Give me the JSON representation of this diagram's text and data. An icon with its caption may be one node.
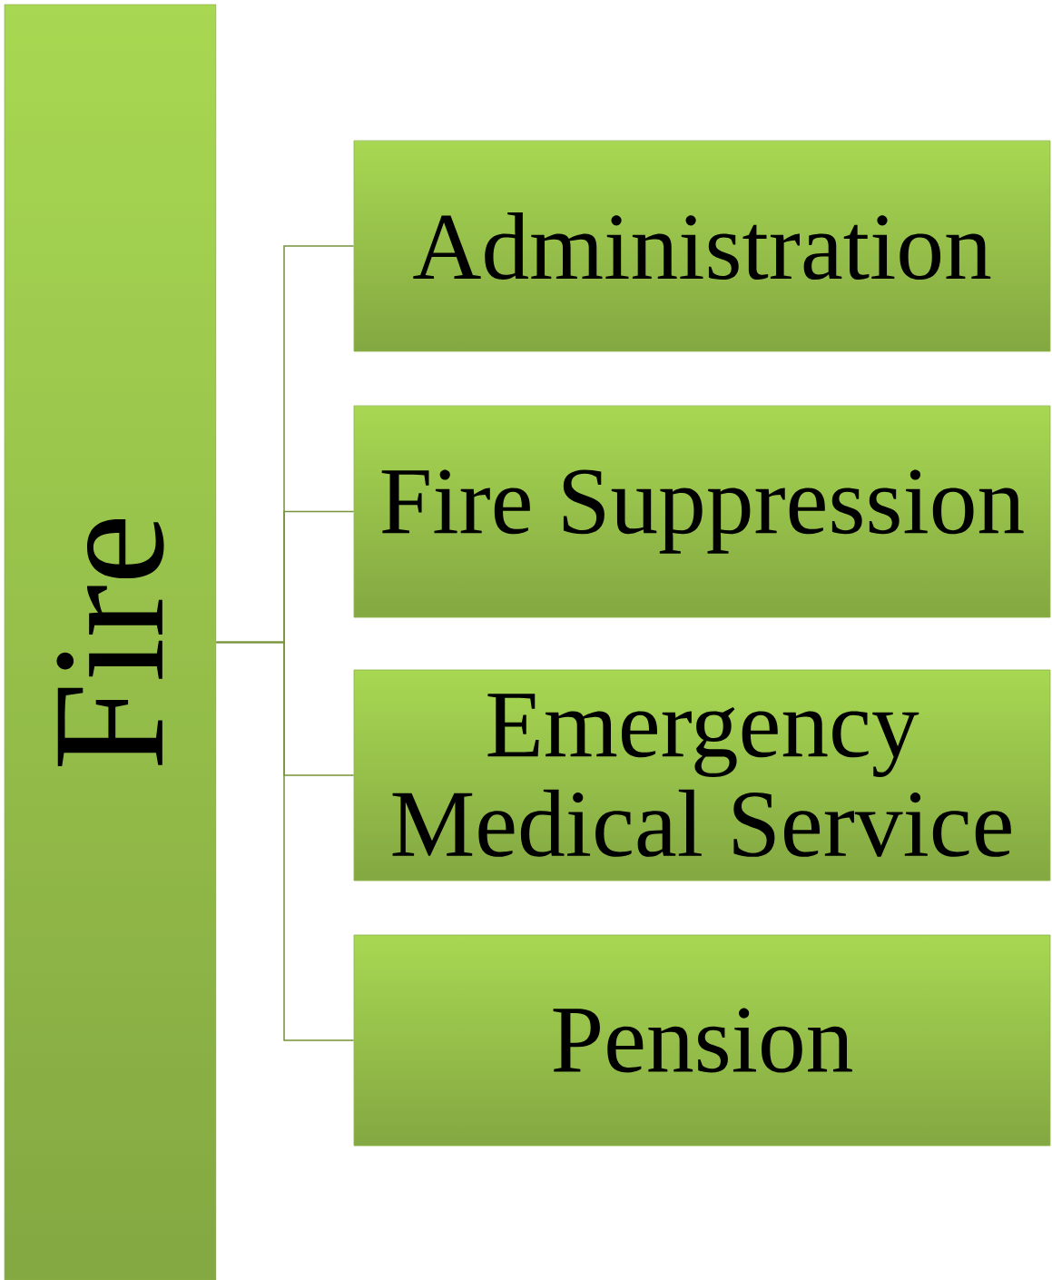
{
  "diagram": {
    "nodes": [
      {
        "text": [
          "Fire"
        ]
      },
      {
        "text": [
          "Administration"
        ]
      },
      {
        "text": [
          "Fire Suppression"
        ]
      },
      {
        "text": [
          "Emergency Medical Service"
        ]
      },
      {
        "text": [
          "Pension"
        ]
      }
    ],
    "edges": [
      {
        "from": 0,
        "to": 1,
        "arrow": "none"
      },
      {
        "from": 0,
        "to": 2,
        "arrow": "none"
      },
      {
        "from": 0,
        "to": 3,
        "arrow": "none"
      },
      {
        "from": 0,
        "to": 4,
        "arrow": "none"
      }
    ]
  }
}
